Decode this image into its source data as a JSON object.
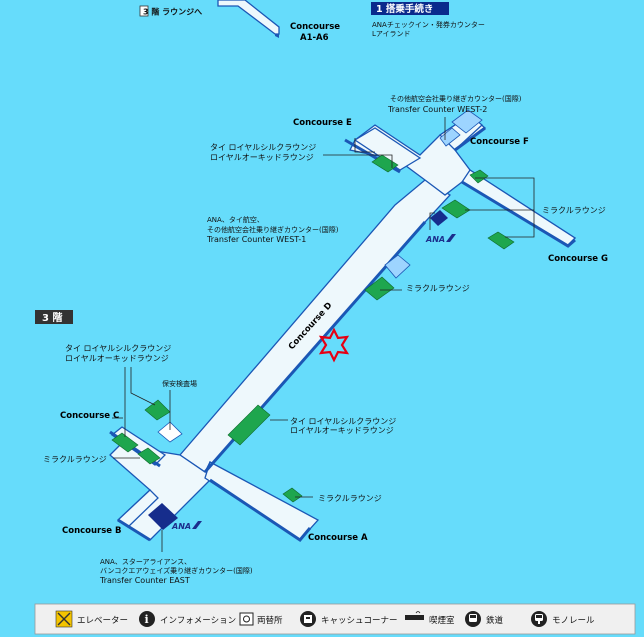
{
  "top": {
    "lounge3f": "3 階 ラウンジへ",
    "concourse_a1": "Concourse",
    "concourse_a1_sub": "A1-A6",
    "checkin_badge": "1 搭乗手続き",
    "checkin_line1": "ANAチェックイン・発券カウンター",
    "checkin_line2": "Lアイランド"
  },
  "floor_badge": "3 階",
  "concourses": {
    "a": "Concourse A",
    "b": "Concourse B",
    "c": "Concourse C",
    "d": "Concourse D",
    "e": "Concourse E",
    "f": "Concourse F",
    "g": "Concourse G"
  },
  "labels": {
    "west2_l1": "その他航空会社乗り継ぎカウンター(国際)",
    "west2_l2": "Transfer Counter WEST-2",
    "thai_e_l1": "タイ ロイヤルシルクラウンジ",
    "thai_e_l2": "ロイヤルオーキッドラウンジ",
    "miracle_g": "ミラクルラウンジ",
    "west1_l1": "ANA、タイ航空、",
    "west1_l2": "その他航空会社乗り継ぎカウンター(国際)",
    "west1_l3": "Transfer Counter WEST-1",
    "ana_mid": "ANA",
    "miracle_d": "ミラクルラウンジ",
    "thai_c_l1": "タイ ロイヤルシルクラウンジ",
    "thai_c_l2": "ロイヤルオーキッドラウンジ",
    "security": "保安検査場",
    "miracle_c": "ミラクルラウンジ",
    "thai_d_l1": "タイ ロイヤルシルクラウンジ",
    "thai_d_l2": "ロイヤルオーキッドラウンジ",
    "miracle_a": "ミラクルラウンジ",
    "ana_low": "ANA",
    "east_l1": "ANA、スターアライアンス、",
    "east_l2": "バンコクエアウェイズ乗り継ぎカウンター(国際)",
    "east_l3": "Transfer Counter EAST"
  },
  "legend": [
    {
      "icon": "elevator-icon",
      "label": "エレベーター"
    },
    {
      "icon": "information-icon",
      "label": "インフォメーション"
    },
    {
      "icon": "currency-exchange-icon",
      "label": "両替所"
    },
    {
      "icon": "cash-corner-icon",
      "label": "キャッシュコーナー"
    },
    {
      "icon": "smoking-room-icon",
      "label": "喫煙室"
    },
    {
      "icon": "railway-icon",
      "label": "鉄道"
    },
    {
      "icon": "monorail-icon",
      "label": "モノレール"
    }
  ],
  "colors": {
    "background": "#66dcfb",
    "floor": "#eef8fc",
    "edge": "#1b57b5",
    "lounge": "#1ea64e",
    "counter": "#162d8c",
    "current_location": "#e60012",
    "floor_badge": "#333333",
    "checkin_badge": "#0a2a8c"
  }
}
